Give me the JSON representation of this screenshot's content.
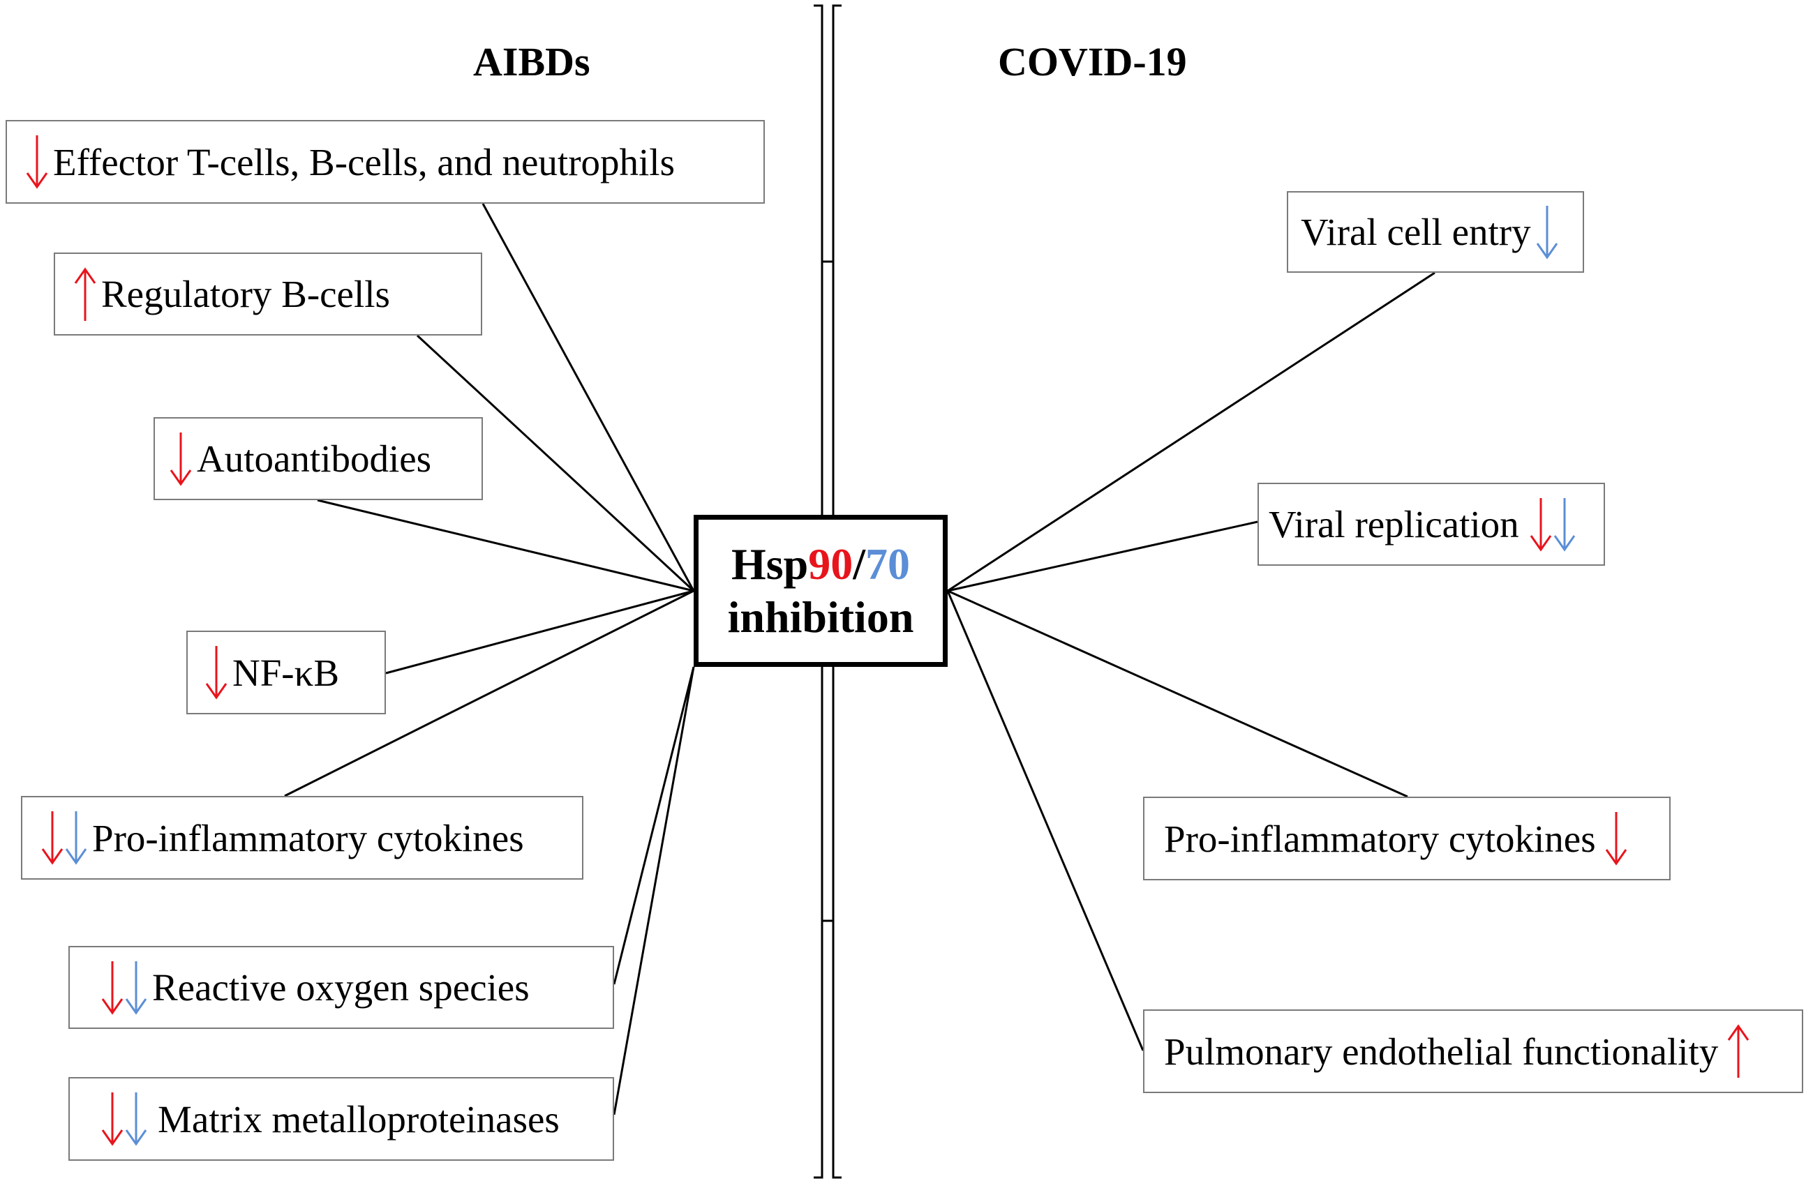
{
  "headers": {
    "left": "AIBDs",
    "right": "COVID-19"
  },
  "center": {
    "prefix": "Hsp",
    "num1": "90",
    "slash": "/",
    "num2": "70",
    "line2": "inhibition"
  },
  "colors": {
    "red": "#e8141c",
    "blue": "#5b8ed6",
    "line": "#000000",
    "box_border": "#7a7a7a"
  },
  "aibds_items": [
    {
      "label": "Effector T-cells, B-cells, and neutrophils",
      "arrows": [
        "down-red"
      ]
    },
    {
      "label": "Regulatory B-cells",
      "arrows": [
        "up-red"
      ]
    },
    {
      "label": "Autoantibodies",
      "arrows": [
        "down-red"
      ]
    },
    {
      "label": "NF-κB",
      "arrows": [
        "down-red"
      ]
    },
    {
      "label": "Pro-inflammatory cytokines",
      "arrows": [
        "down-red",
        "down-blue"
      ]
    },
    {
      "label": "Reactive oxygen species",
      "arrows": [
        "down-red",
        "down-blue"
      ]
    },
    {
      "label": "Matrix metalloproteinases",
      "arrows": [
        "down-red",
        "down-blue"
      ]
    }
  ],
  "covid_items": [
    {
      "label": "Viral cell entry",
      "arrows": [
        "down-blue"
      ]
    },
    {
      "label": "Viral replication",
      "arrows": [
        "down-red",
        "down-blue"
      ]
    },
    {
      "label": "Pro-inflammatory cytokines",
      "arrows": [
        "down-red"
      ]
    },
    {
      "label": "Pulmonary endothelial functionality",
      "arrows": [
        "up-red"
      ]
    }
  ]
}
